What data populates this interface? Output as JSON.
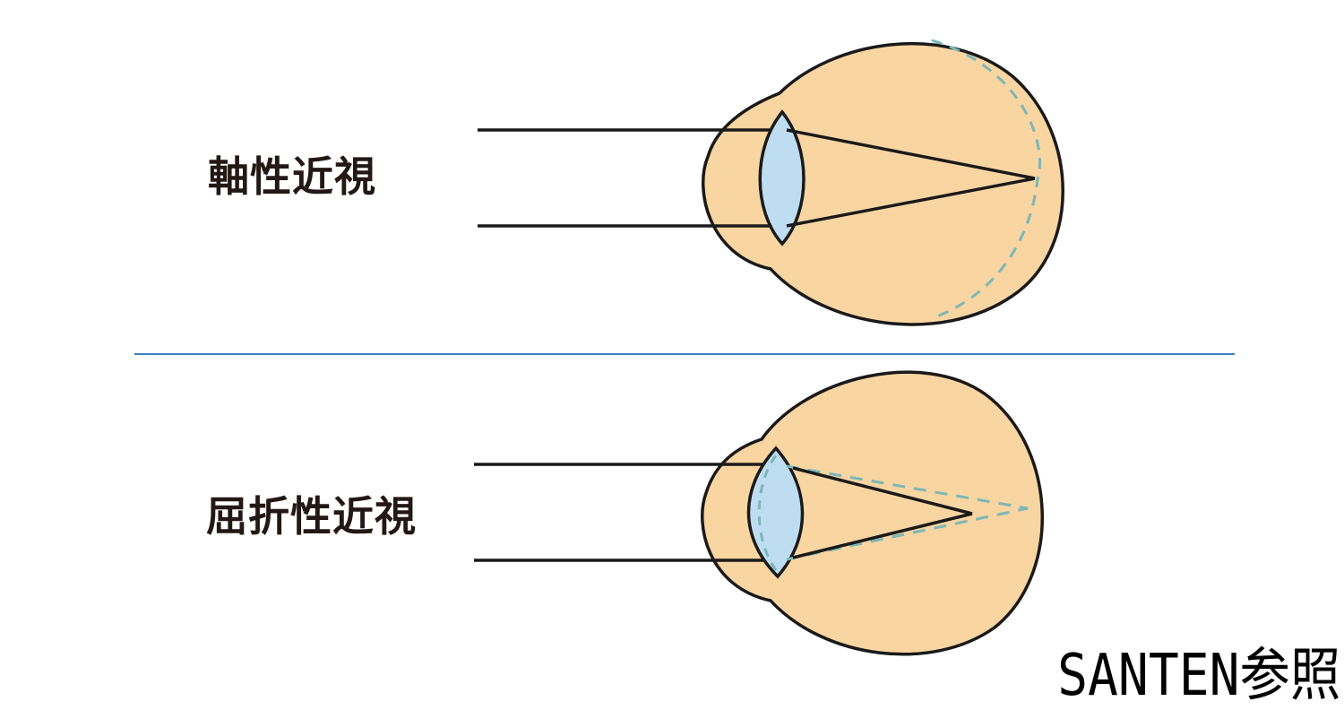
{
  "labels": {
    "axial_myopia": "軸性近視",
    "refractive_myopia": "屈折性近視"
  },
  "credit": "SANTEN参照",
  "colors": {
    "eyeball_fill": "#F9D5A2",
    "outline": "#1A1A1A",
    "lens_fill": "#BFDDF1",
    "dashed_normal": "#7BB7B7",
    "divider": "#3A7FC1",
    "text": "#231815"
  }
}
